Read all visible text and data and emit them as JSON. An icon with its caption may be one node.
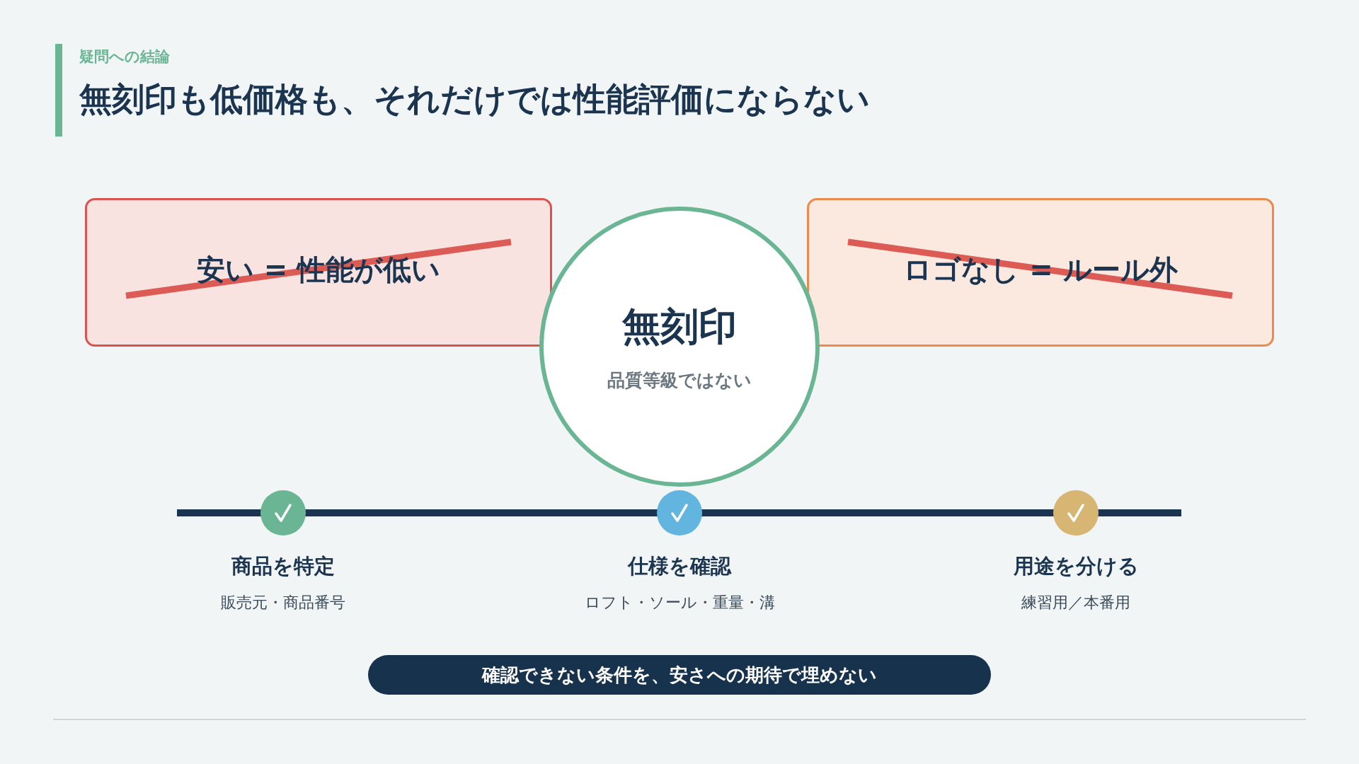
{
  "diagram": {
    "title": "無刻印も低価格も、それだけでは性能評価にならない",
    "nodes": [
      {
        "text": [
          "安い = 性能が低い"
        ]
      },
      {
        "text": [
          "ロゴなし = ルール外"
        ]
      },
      {
        "text": [
          "無刻印",
          "品質等級ではない"
        ]
      },
      {
        "text": [
          "商品を特定",
          "販売元・商品番号"
        ]
      },
      {
        "text": [
          "仕様を確認",
          "ロフト・ソール・重量・溝"
        ]
      },
      {
        "text": [
          "用途を分ける",
          "練習用／本番用"
        ]
      },
      {
        "text": [
          "確認できない条件を、安さへの期待で埋めない"
        ]
      }
    ],
    "edges": [],
    "labels": [
      "疑問への結論"
    ]
  }
}
